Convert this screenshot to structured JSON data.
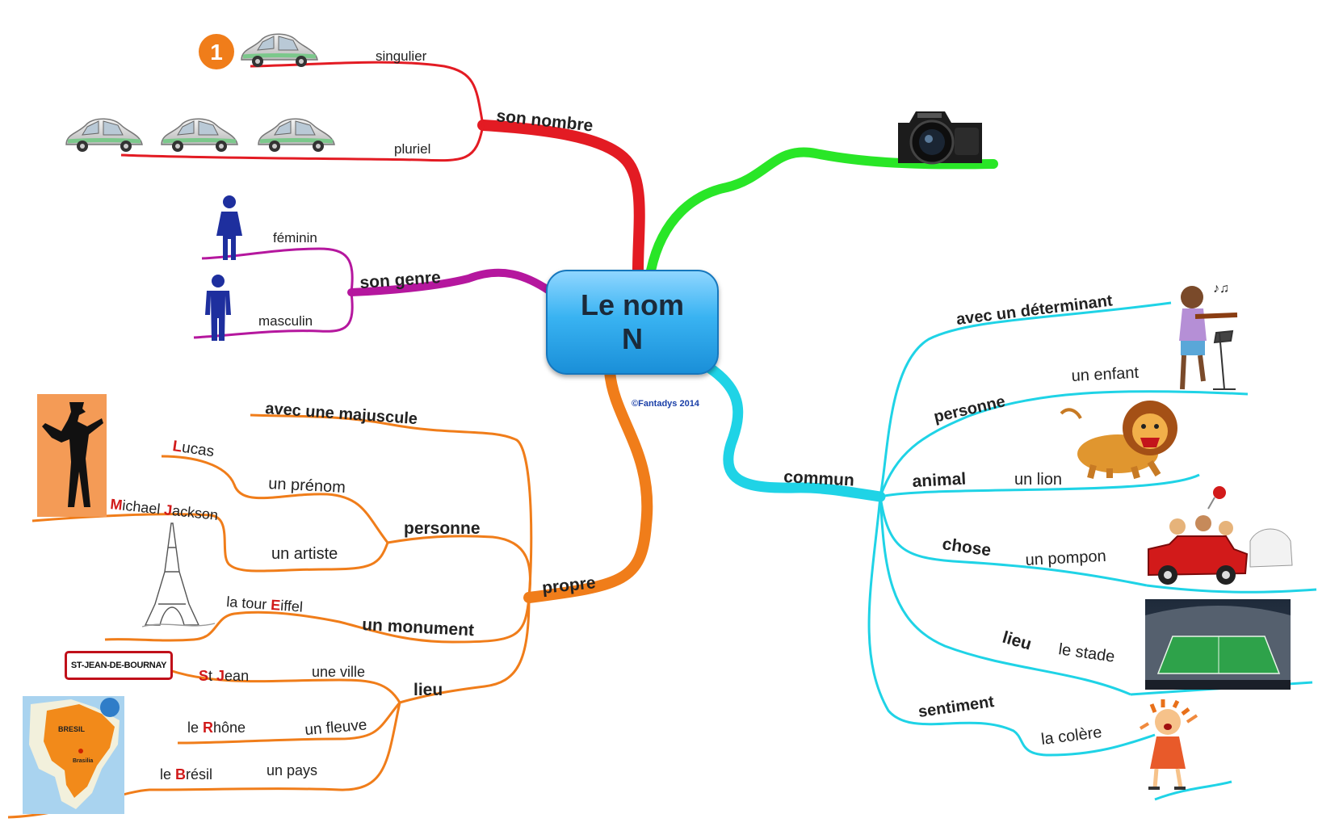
{
  "center": {
    "line1": "Le nom",
    "line2": "N"
  },
  "copyright": "©Fantadys 2014",
  "nombre": {
    "label": "son nombre",
    "singulier": "singulier",
    "pluriel": "pluriel",
    "number_badge": "1"
  },
  "genre": {
    "label": "son genre",
    "feminin": "féminin",
    "masculin": "masculin"
  },
  "propre": {
    "label": "propre",
    "majuscule": "avec une majuscule",
    "personne": "personne",
    "prenom": "un prénom",
    "lucas_first": "L",
    "lucas_rest": "ucas",
    "artiste": "un artiste",
    "mj_m": "M",
    "mj_ichael": "ichael ",
    "mj_j": "J",
    "mj_ackson": "ackson",
    "monument": "un monument",
    "tour_pre": "la tour ",
    "tour_e": "E",
    "tour_rest": "iffel",
    "lieu": "lieu",
    "ville": "une ville",
    "st_s": "S",
    "st_t": "t ",
    "st_j": "J",
    "st_ean": "ean",
    "sign": "ST-JEAN-DE-BOURNAY",
    "fleuve": "un fleuve",
    "rhone_pre": "le ",
    "rhone_r": "R",
    "rhone_rest": "hône",
    "pays": "un pays",
    "bresil_pre": "le ",
    "bresil_b": "B",
    "bresil_rest": "résil",
    "map_country": "BRESIL",
    "map_capital": "Brasilia"
  },
  "commun": {
    "label": "commun",
    "determinant": "avec un déterminant",
    "personne": "personne",
    "enfant": "un enfant",
    "animal": "animal",
    "lion": "un lion",
    "chose": "chose",
    "pompon": "un pompon",
    "lieu": "lieu",
    "stade": "le stade",
    "sentiment": "sentiment",
    "colere": "la colère"
  },
  "colors": {
    "nombre": "#e31b23",
    "genre": "#b5179e",
    "propre": "#f07d1a",
    "commun": "#1fd3e6",
    "exemple": "#29e627",
    "highlight": "#d11a1a"
  },
  "icons": [
    "car-icon",
    "woman-icon",
    "man-icon",
    "camera-icon",
    "silhouette-icon",
    "eiffel-tower-icon",
    "brazil-map-icon",
    "violin-boy-icon",
    "lion-icon",
    "pompon-car-icon",
    "stadium-icon",
    "angry-girl-icon"
  ]
}
